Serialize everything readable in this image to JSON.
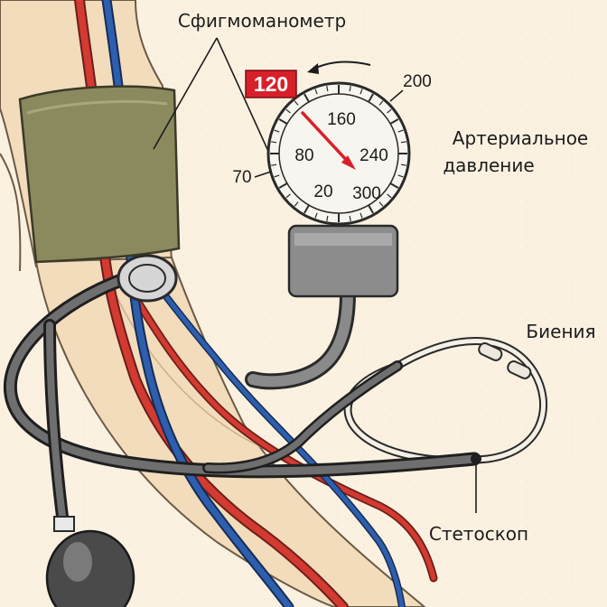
{
  "labels": {
    "sphygmomanometer": "Сфигмоманометр",
    "pressure_line1": "Артериальное",
    "pressure_line2": "давление",
    "beats": "Биения",
    "stethoscope": "Стетоскоп"
  },
  "gauge": {
    "reading": "120",
    "scale": {
      "s70": "70",
      "s80": "80",
      "s160": "160",
      "s200": "200",
      "s240": "240",
      "s20": "20",
      "s300": "300"
    }
  },
  "colors": {
    "background": "#fbf1e1",
    "skin": "#f2dcbb",
    "cuff": "#8b8a5f",
    "artery": "#d23a32",
    "vein": "#2e5fae",
    "instrument": "#6f6f6f",
    "needle": "#d8202a",
    "reading_box": "#d8202a"
  }
}
